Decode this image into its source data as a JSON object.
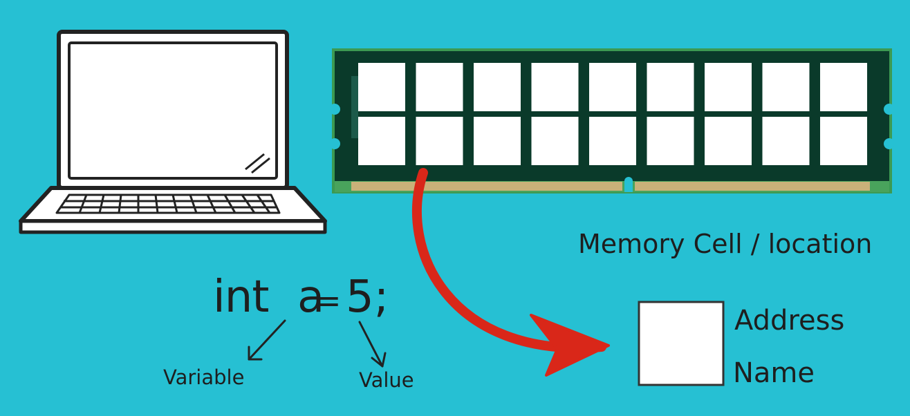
{
  "code": {
    "keyword": "int",
    "variable": "a",
    "equals": "=",
    "value": "5;"
  },
  "annotations": {
    "variable_label": "Variable",
    "value_label": "Value"
  },
  "memory_cell": {
    "title": "Memory Cell / location",
    "address_label": "Address",
    "name_label": "Name"
  },
  "ram": {
    "rows": 2,
    "cells_per_row": 9
  },
  "colors": {
    "background": "#26c0d3",
    "ram_board": "#0a3a2a",
    "ram_edge": "#3c9a52",
    "ram_pins": "#c9b179",
    "cell": "#ffffff",
    "arrow": "#d92719",
    "ink": "#1e1e1e"
  },
  "icons": [
    "laptop-icon",
    "ram-module-icon",
    "curved-arrow-icon"
  ]
}
